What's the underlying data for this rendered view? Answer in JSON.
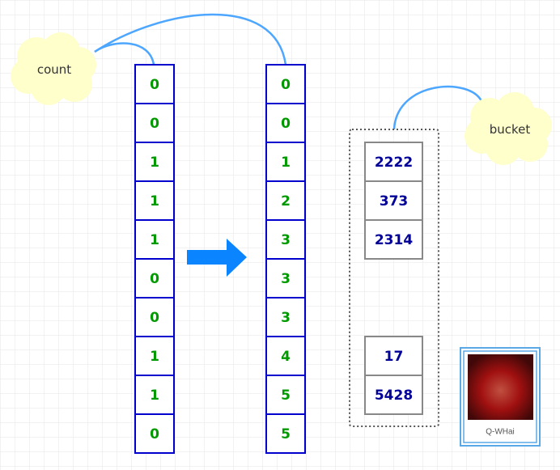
{
  "labels": {
    "count": "count",
    "bucket": "bucket",
    "avatar_name": "Q-WHai"
  },
  "count_before": [
    "0",
    "0",
    "1",
    "1",
    "1",
    "0",
    "0",
    "1",
    "1",
    "0"
  ],
  "count_after": [
    "0",
    "0",
    "1",
    "2",
    "3",
    "3",
    "3",
    "4",
    "5",
    "5"
  ],
  "bucket_top": [
    "2222",
    "373",
    "2314"
  ],
  "bucket_bottom": [
    "17",
    "5428"
  ],
  "colors": {
    "cell_border": "#0000cc",
    "count_text": "#009900",
    "bucket_text": "#000099",
    "arrow": "#0a84ff",
    "connector": "#4da6ff",
    "cloud": "#ffffcc"
  }
}
